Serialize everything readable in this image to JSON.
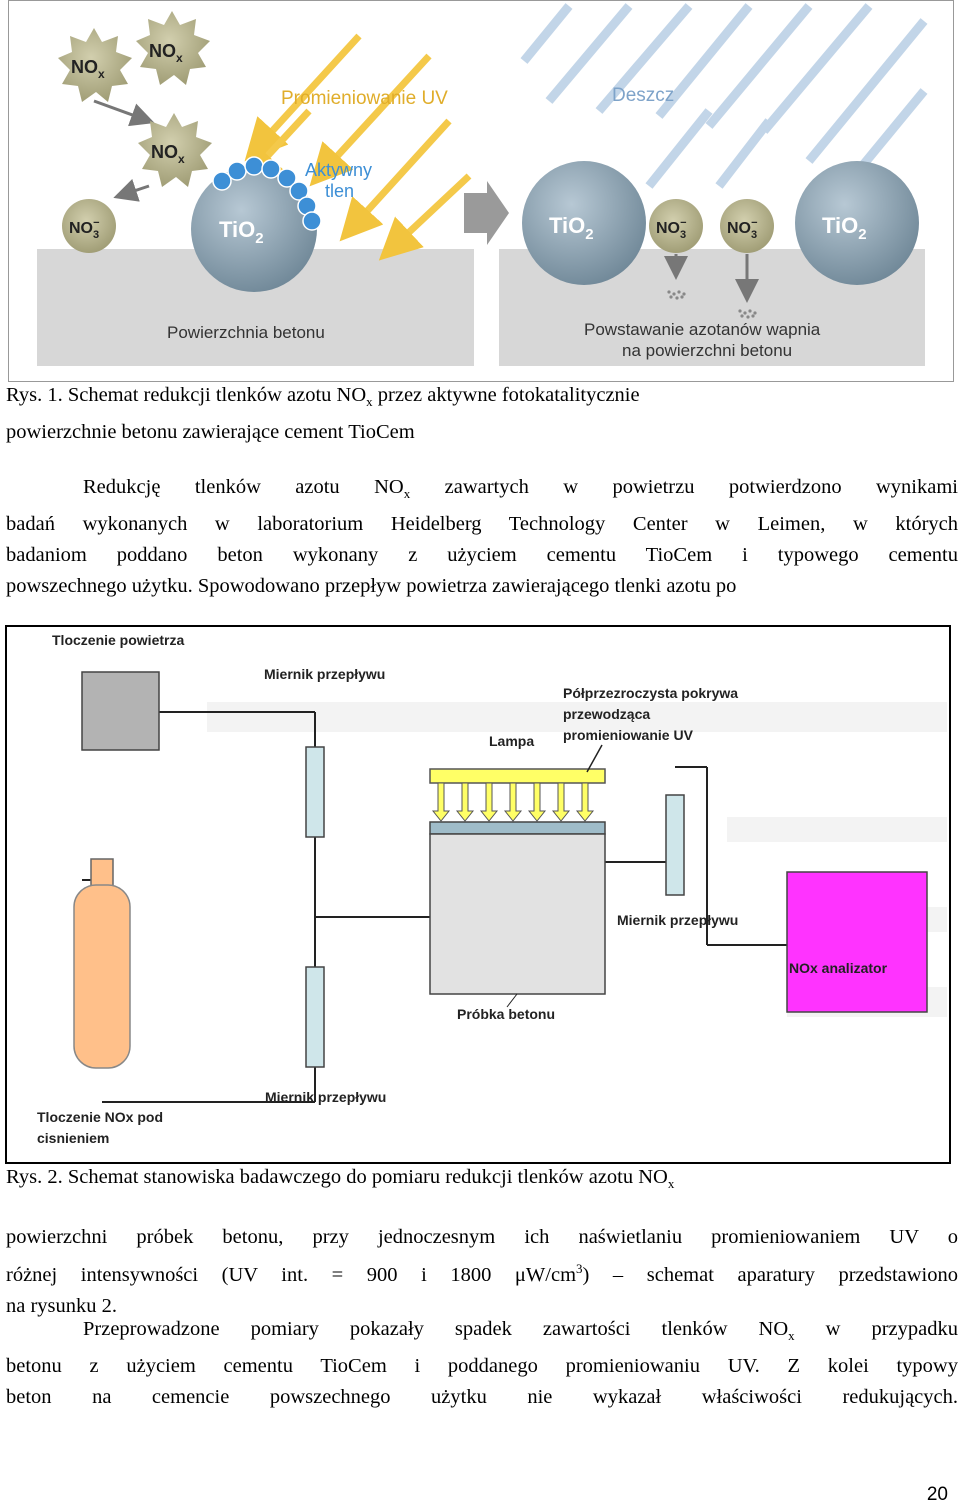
{
  "figure1": {
    "nox_label": "NO",
    "nox_sub": "x",
    "no3_label": "NO",
    "no3_sub": "3",
    "no3_sup": "−",
    "tio2_label": "TiO",
    "tio2_sub": "2",
    "uv_label": "Promieniowanie UV",
    "rain_label": "Deszcz",
    "active_oxygen_line1": "Aktywny",
    "active_oxygen_line2": "tlen",
    "surface_label": "Powierzchnia betonu",
    "result_line1": "Powstawanie azotanów wapnia",
    "result_line2": "na powierzchni betonu",
    "colors": {
      "ground": "#d7d7d7",
      "tio2": "#8fa5b5",
      "nox": "#b8b48a",
      "uv": "#f3c74a",
      "rain": "#a9c3dc",
      "oxygen": "#3d8fd6"
    }
  },
  "caption1": {
    "line1_a": "Rys. 1. Schemat redukcji tlenków azotu NO",
    "line1_sub": "x",
    "line1_b": " przez aktywne fotokatalitycznie",
    "line2": "powierzchnie betonu zawierające cement TioCem"
  },
  "para1": {
    "line1_a": "Redukcję tlenków azotu NO",
    "line1_sub": "x",
    "line1_b": " zawartych w powietrzu potwierdzono wynikami",
    "line2": "badań wykonanych w laboratorium Heidelberg Technology Center w Leimen, w których",
    "line3": "badaniom poddano beton wykonany z użyciem cementu TioCem i typowego cementu",
    "line4": "powszechnego użytku. Spowodowano przepływ powietrza zawierającego tlenki azotu po"
  },
  "figure2": {
    "air_pump": "Tloczenie powietrza",
    "flowmeter_top": "Miernik przepływu",
    "cover_line1": "Półprzezroczysta pokrywa",
    "cover_line2": "przewodząca",
    "cover_line3": "promieniowanie UV",
    "lamp": "Lampa",
    "flowmeter_right": "Miernik przepływu",
    "analyzer": "NOx analizator",
    "sample": "Próbka betonu",
    "flowmeter_bottom": "Miernik przepływu",
    "nox_pump_line1": "Tloczenie NOx pod",
    "nox_pump_line2": "cisnieniem",
    "colors": {
      "pump": "#b3b3b3",
      "flowmeter": "#cfe6ea",
      "lamp": "#ffff66",
      "sample": "#e2e2e2",
      "cover": "#9fbcc9",
      "analyzer": "#ff33ff",
      "cylinder": "#ffc08a"
    }
  },
  "caption2": {
    "text_a": "Rys. 2. Schemat stanowiska badawczego do pomiaru redukcji tlenków azotu NO",
    "text_sub": "x"
  },
  "para2": {
    "line1": "powierzchni próbek betonu, przy jednoczesnym ich naświetlaniu promieniowaniem UV o",
    "line2_a": "różnej intensywności (UV int. = 900 i 1800 μW/cm",
    "line2_sup": "3",
    "line2_b": ") – schemat aparatury przedstawiono",
    "line3": "na rysunku 2."
  },
  "para3": {
    "line1_a": "Przeprowadzone pomiary pokazały spadek zawartości tlenków NO",
    "line1_sub": "x",
    "line1_b": " w przypadku",
    "line2": "betonu z użyciem cementu TioCem i poddanego promieniowaniu UV. Z kolei typowy",
    "line3": "beton na cemencie powszechnego użytku nie wykazał właściwości redukujących."
  },
  "page_number": "20"
}
